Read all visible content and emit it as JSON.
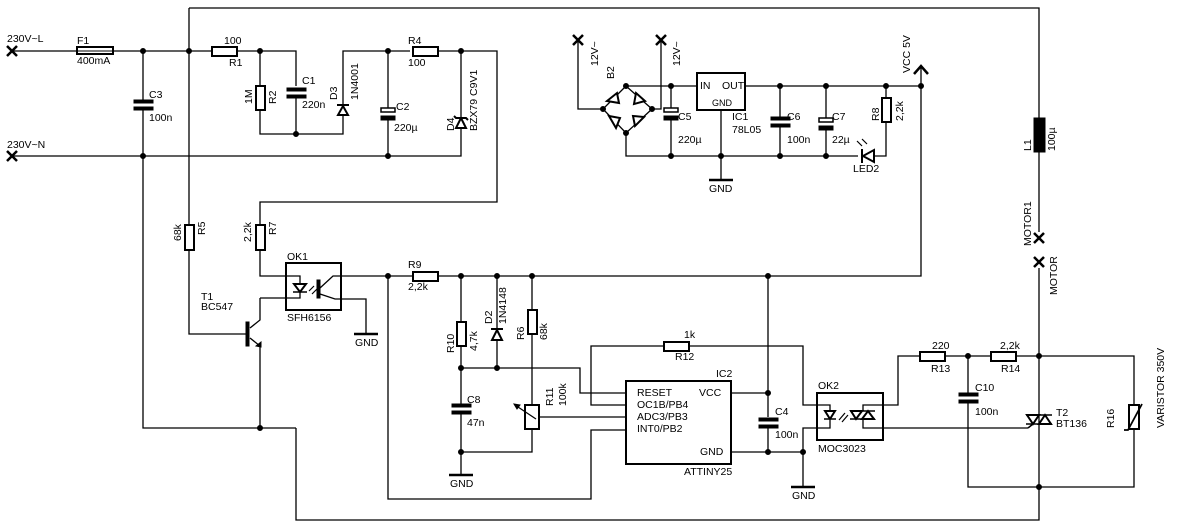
{
  "terminals": {
    "line": "230V~L",
    "neutral": "230V~N",
    "ac_a": "12V~",
    "ac_b": "12V~",
    "motor1": "MOTOR1",
    "motor": "MOTOR",
    "vcc": "VCC 5V",
    "gnd": "GND"
  },
  "components": {
    "F1": {
      "ref": "F1",
      "value": "400mA"
    },
    "R1": {
      "ref": "R1",
      "value": "100"
    },
    "R2": {
      "ref": "R2",
      "value": "1M"
    },
    "C1": {
      "ref": "C1",
      "value": "220n"
    },
    "C3": {
      "ref": "C3",
      "value": "100n"
    },
    "D3": {
      "ref": "D3",
      "value": "1N4001"
    },
    "C2": {
      "ref": "C2",
      "value": "220µ"
    },
    "R4": {
      "ref": "R4",
      "value": "100"
    },
    "D4": {
      "ref": "D4",
      "value": "BZX79 C9V1"
    },
    "B2": {
      "ref": "B2"
    },
    "C5": {
      "ref": "C5",
      "value": "220µ"
    },
    "IC1": {
      "ref": "IC1",
      "value": "78L05",
      "pin_in": "IN",
      "pin_out": "OUT",
      "pin_gnd": "GND"
    },
    "C6": {
      "ref": "C6",
      "value": "100n"
    },
    "C7": {
      "ref": "C7",
      "value": "22µ"
    },
    "R8": {
      "ref": "R8",
      "value": "2,2k"
    },
    "LED2": {
      "ref": "LED2"
    },
    "L1": {
      "ref": "L1",
      "value": "100µ"
    },
    "R5": {
      "ref": "R5",
      "value": "68k"
    },
    "R7": {
      "ref": "R7",
      "value": "2,2k"
    },
    "T1": {
      "ref": "T1",
      "value": "BC547"
    },
    "OK1": {
      "ref": "OK1",
      "value": "SFH6156"
    },
    "R9": {
      "ref": "R9",
      "value": "2,2k"
    },
    "R10": {
      "ref": "R10",
      "value": "4,7k"
    },
    "D2": {
      "ref": "D2",
      "value": "1N4148"
    },
    "R6": {
      "ref": "R6",
      "value": "68k"
    },
    "C8": {
      "ref": "C8",
      "value": "47n"
    },
    "R11": {
      "ref": "R11",
      "value": "100k"
    },
    "R12": {
      "ref": "R12",
      "value": "1k"
    },
    "IC2": {
      "ref": "IC2",
      "value": "ATTINY25",
      "pins": [
        "RESET",
        "OC1B/PB4",
        "ADC3/PB3",
        "INT0/PB2",
        "VCC",
        "GND"
      ]
    },
    "C4": {
      "ref": "C4",
      "value": "100n"
    },
    "OK2": {
      "ref": "OK2",
      "value": "MOC3023"
    },
    "R13": {
      "ref": "R13",
      "value": "220"
    },
    "R14": {
      "ref": "R14",
      "value": "2,2k"
    },
    "C10": {
      "ref": "C10",
      "value": "100n"
    },
    "T2": {
      "ref": "T2",
      "value": "BT136"
    },
    "R16": {
      "ref": "R16",
      "value": "VARISTOR 350V"
    }
  }
}
